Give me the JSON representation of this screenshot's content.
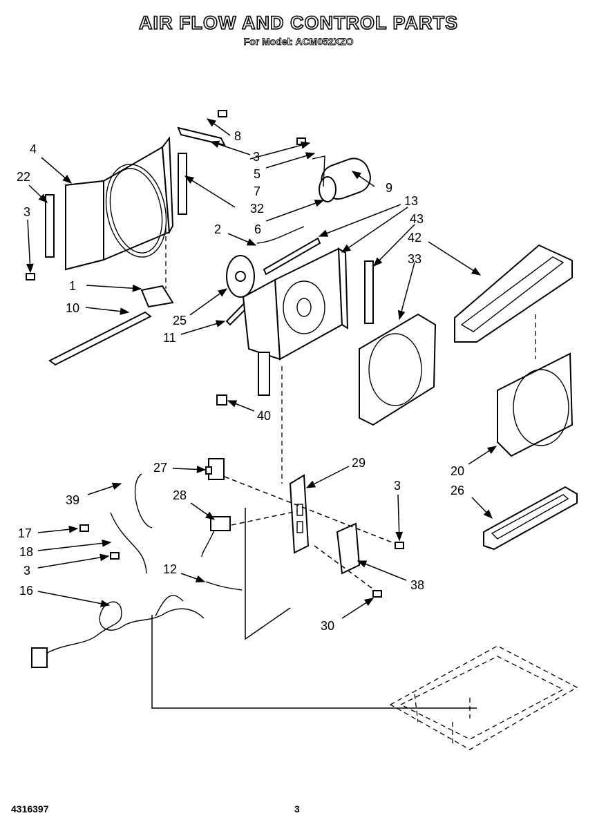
{
  "page": {
    "title": "AIR FLOW AND CONTROL PARTS",
    "subtitle": "For Model: ACM052XZO",
    "part_number": "4316397",
    "page_number": "3"
  },
  "callouts": [
    {
      "id": "c-8",
      "label": "8"
    },
    {
      "id": "c-3a",
      "label": "3"
    },
    {
      "id": "c-5",
      "label": "5"
    },
    {
      "id": "c-7",
      "label": "7"
    },
    {
      "id": "c-9",
      "label": "9"
    },
    {
      "id": "c-32",
      "label": "32"
    },
    {
      "id": "c-6",
      "label": "6"
    },
    {
      "id": "c-13",
      "label": "13"
    },
    {
      "id": "c-43",
      "label": "43"
    },
    {
      "id": "c-42",
      "label": "42"
    },
    {
      "id": "c-33",
      "label": "33"
    },
    {
      "id": "c-4",
      "label": "4"
    },
    {
      "id": "c-22",
      "label": "22"
    },
    {
      "id": "c-3b",
      "label": "3"
    },
    {
      "id": "c-2",
      "label": "2"
    },
    {
      "id": "c-1",
      "label": "1"
    },
    {
      "id": "c-10",
      "label": "10"
    },
    {
      "id": "c-25",
      "label": "25"
    },
    {
      "id": "c-11",
      "label": "11"
    },
    {
      "id": "c-40",
      "label": "40"
    },
    {
      "id": "c-27",
      "label": "27"
    },
    {
      "id": "c-29",
      "label": "29"
    },
    {
      "id": "c-20",
      "label": "20"
    },
    {
      "id": "c-26",
      "label": "26"
    },
    {
      "id": "c-39",
      "label": "39"
    },
    {
      "id": "c-28",
      "label": "28"
    },
    {
      "id": "c-3c",
      "label": "3"
    },
    {
      "id": "c-17",
      "label": "17"
    },
    {
      "id": "c-18",
      "label": "18"
    },
    {
      "id": "c-3d",
      "label": "3"
    },
    {
      "id": "c-12",
      "label": "12"
    },
    {
      "id": "c-38",
      "label": "38"
    },
    {
      "id": "c-16",
      "label": "16"
    },
    {
      "id": "c-30",
      "label": "30"
    }
  ]
}
